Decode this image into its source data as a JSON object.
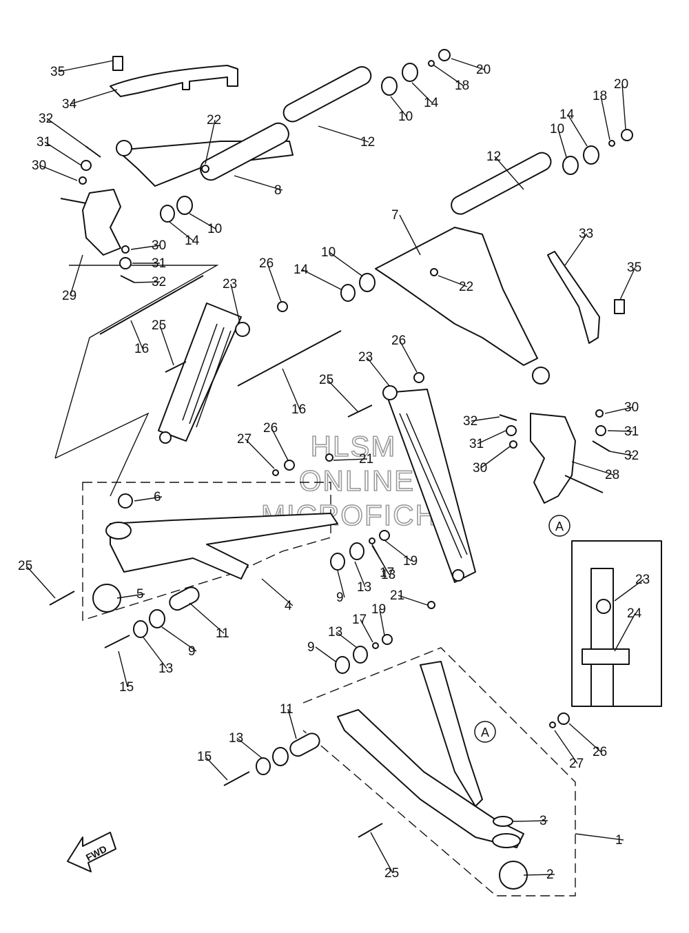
{
  "watermark": [
    "HLSM",
    "ONLINE",
    "MICROFICHE"
  ],
  "fwd_label": "FWD",
  "ref_marks": [
    "A",
    "A"
  ],
  "callouts": [
    "1",
    "2",
    "3",
    "4",
    "5",
    "6",
    "7",
    "8",
    "9",
    "9",
    "9",
    "10",
    "10",
    "10",
    "10",
    "11",
    "11",
    "12",
    "12",
    "13",
    "13",
    "13",
    "13",
    "13",
    "14",
    "14",
    "14",
    "14",
    "15",
    "15",
    "16",
    "16",
    "17",
    "17",
    "18",
    "18",
    "19",
    "19",
    "20",
    "20",
    "21",
    "21",
    "22",
    "22",
    "23",
    "23",
    "23",
    "24",
    "25",
    "25",
    "25",
    "25",
    "26",
    "26",
    "26",
    "26",
    "27",
    "27",
    "28",
    "29",
    "30",
    "30",
    "30",
    "30",
    "31",
    "31",
    "31",
    "31",
    "32",
    "32",
    "32",
    "32",
    "33",
    "34",
    "35",
    "35"
  ]
}
